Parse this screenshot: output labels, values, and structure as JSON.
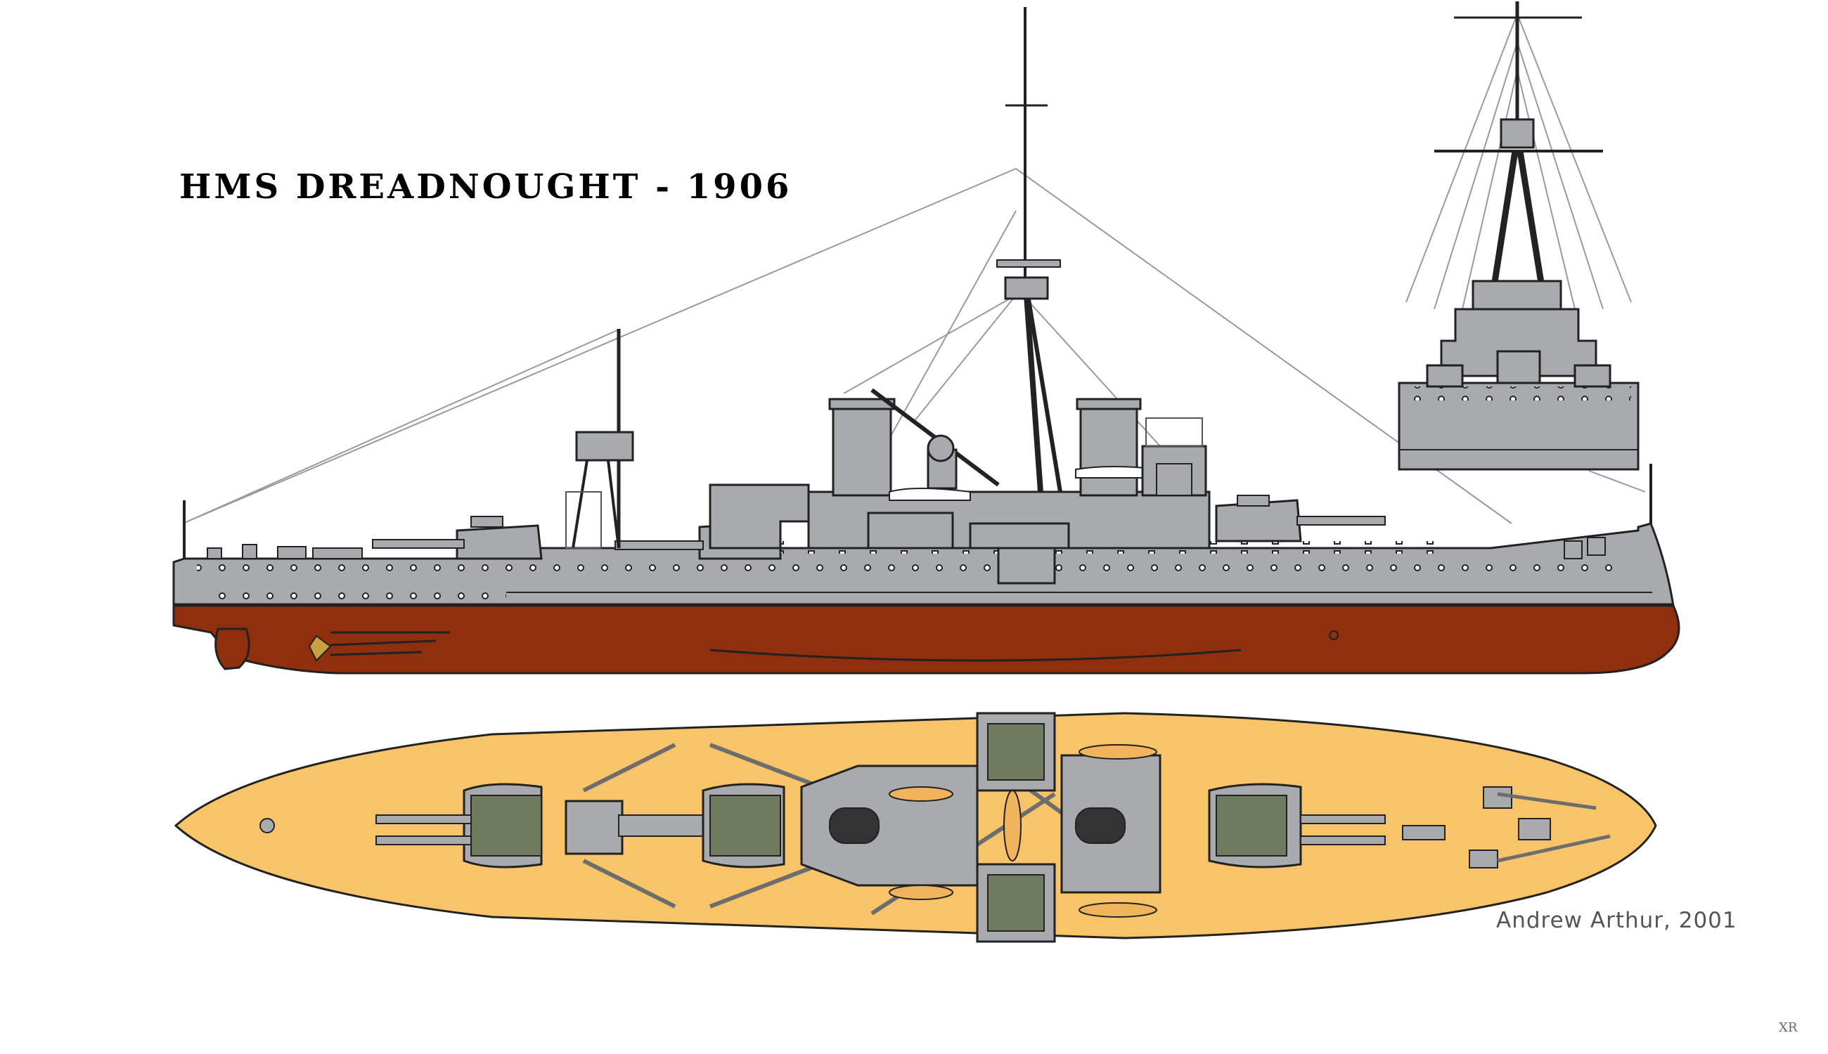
{
  "drawing": {
    "title": "HMS  DREADNOUGHT  -  1906",
    "credit": "Andrew Arthur, 2001",
    "watermark": "XR"
  },
  "views": [
    {
      "name": "side-profile"
    },
    {
      "name": "bow-elevation"
    },
    {
      "name": "deck-plan"
    }
  ],
  "colors": {
    "background": "#ffffff",
    "hull_grey": "#a8aaad",
    "hull_red": "#8f2f0e",
    "deck_yellow": "#f8c46a",
    "turret_green": "#6f7a5e",
    "line": "#2a2a2a",
    "rigging": "#9a9a9a"
  }
}
